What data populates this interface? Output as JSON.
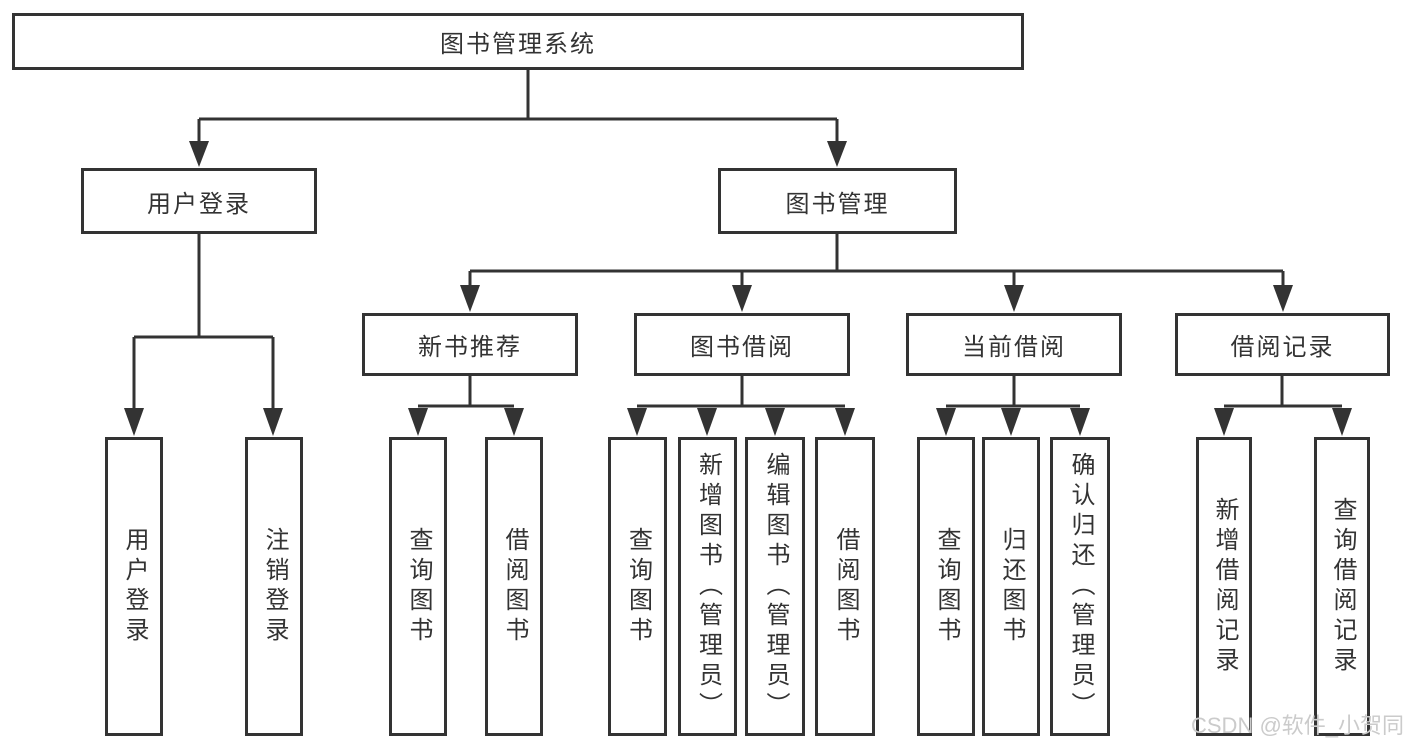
{
  "tree": {
    "label": "图书管理系统",
    "children": [
      {
        "label": "用户登录",
        "children": [
          {
            "label": "用户登录"
          },
          {
            "label": "注销登录"
          }
        ]
      },
      {
        "label": "图书管理",
        "children": [
          {
            "label": "新书推荐",
            "children": [
              {
                "label": "查询图书"
              },
              {
                "label": "借阅图书"
              }
            ]
          },
          {
            "label": "图书借阅",
            "children": [
              {
                "label": "查询图书"
              },
              {
                "label": "新增图书（管理员）"
              },
              {
                "label": "编辑图书（管理员）"
              },
              {
                "label": "借阅图书"
              }
            ]
          },
          {
            "label": "当前借阅",
            "children": [
              {
                "label": "查询图书"
              },
              {
                "label": "归还图书"
              },
              {
                "label": "确认归还（管理员）"
              }
            ]
          },
          {
            "label": "借阅记录",
            "children": [
              {
                "label": "新增借阅记录"
              },
              {
                "label": "查询借阅记录"
              }
            ]
          }
        ]
      }
    ]
  },
  "watermark": {
    "text": "CSDN @软件_小贺同学"
  },
  "colors": {
    "line": "#333333",
    "text": "#333333",
    "watermark": "#cbcbcb",
    "background": "#ffffff"
  }
}
